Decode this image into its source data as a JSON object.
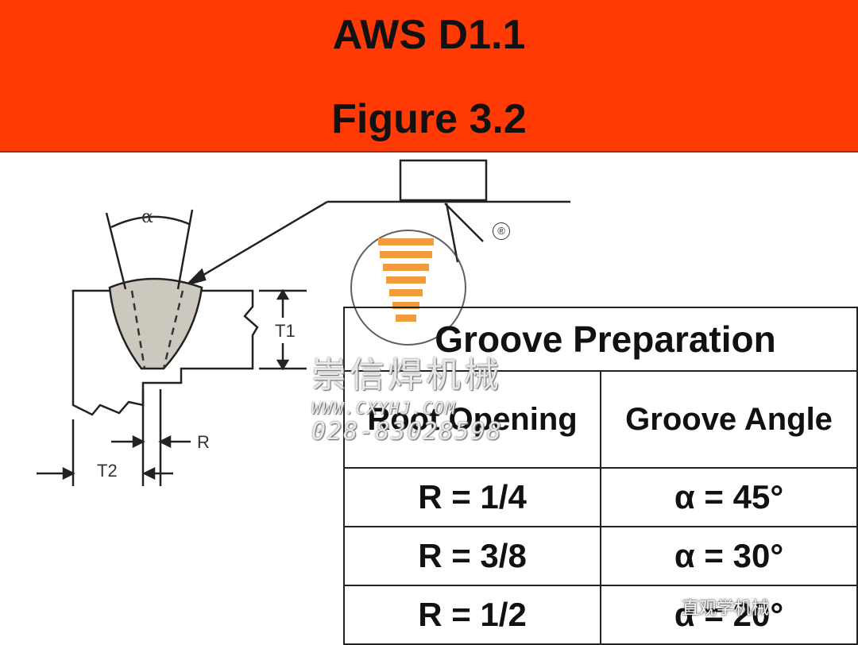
{
  "header": {
    "title": "AWS D1.1",
    "subtitle": "Figure 3.2",
    "background_color": "#ff3a05"
  },
  "diagram": {
    "angle_label": "α",
    "thickness_label_1": "T1",
    "thickness_label_2": "T2",
    "root_label": "R",
    "weld_fill_color": "#cdc8be"
  },
  "table": {
    "caption": "Groove Preparation",
    "columns": [
      "Root Opening",
      "Groove Angle"
    ],
    "rows": [
      {
        "root": "R = 1/4",
        "angle": "α = 45°"
      },
      {
        "root": "R = 3/8",
        "angle": "α = 30°"
      },
      {
        "root": "R = 1/2",
        "angle": "α = 20°"
      }
    ]
  },
  "watermark": {
    "name": "崇信焊机械",
    "url": "WWW.CXYHJ.COM",
    "phone": "028-83028598",
    "registered_mark": "®"
  },
  "social_tag": "直观学机械"
}
